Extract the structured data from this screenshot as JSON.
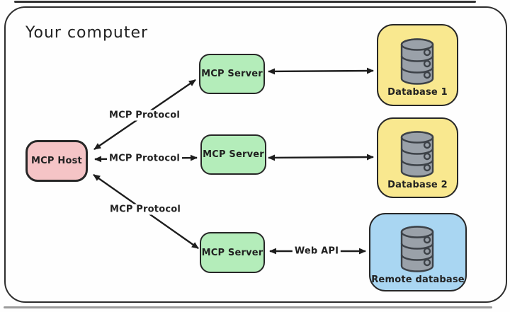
{
  "diagram": {
    "title": "Your computer",
    "palette": {
      "host_fill": "#f5c4c6",
      "server_fill": "#b4edba",
      "local_db_fill": "#f9e88f",
      "remote_db_fill": "#a9d6f2",
      "line_stroke": "#222222",
      "db_icon_gray": "#9aa1a9"
    },
    "nodes": {
      "host": {
        "label": "MCP Host"
      },
      "server1": {
        "label": "MCP Server"
      },
      "server2": {
        "label": "MCP Server"
      },
      "server3": {
        "label": "MCP Server"
      },
      "db1": {
        "label": "Database 1",
        "icon": "database-icon"
      },
      "db2": {
        "label": "Database 2",
        "icon": "database-icon"
      },
      "remote_db": {
        "label": "Remote database",
        "icon": "database-icon"
      }
    },
    "edges": {
      "host_server1": {
        "label": "MCP Protocol",
        "bidirectional": true
      },
      "host_server2": {
        "label": "MCP Protocol",
        "bidirectional": true
      },
      "host_server3": {
        "label": "MCP Protocol",
        "bidirectional": true
      },
      "server1_db1": {
        "label": "",
        "bidirectional": true
      },
      "server2_db2": {
        "label": "",
        "bidirectional": true
      },
      "server3_remote_db": {
        "label": "Web API",
        "bidirectional": true
      }
    }
  }
}
